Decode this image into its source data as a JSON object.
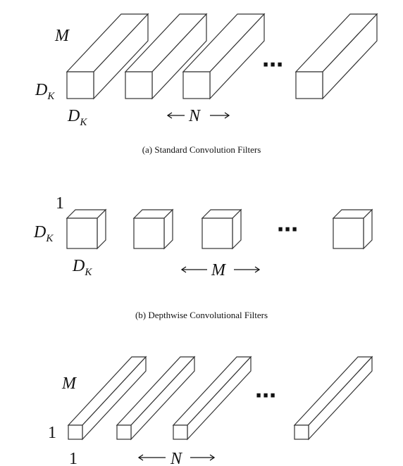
{
  "panels": [
    {
      "caption": "(a)  Standard Convolution Filters",
      "depth_label": "M",
      "height_label": {
        "base": "D",
        "sub": "K"
      },
      "width_label": {
        "base": "D",
        "sub": "K"
      },
      "count_label": "N",
      "ellipsis": "⋯"
    },
    {
      "caption": "(b)  Depthwise Convolutional Filters",
      "depth_label": "1",
      "height_label": {
        "base": "D",
        "sub": "K"
      },
      "width_label": {
        "base": "D",
        "sub": "K"
      },
      "count_label": "M",
      "ellipsis": "⋯"
    },
    {
      "caption": "",
      "depth_label": "M",
      "height_label": "1",
      "width_label": "1",
      "count_label": "N",
      "ellipsis": "⋯"
    }
  ]
}
